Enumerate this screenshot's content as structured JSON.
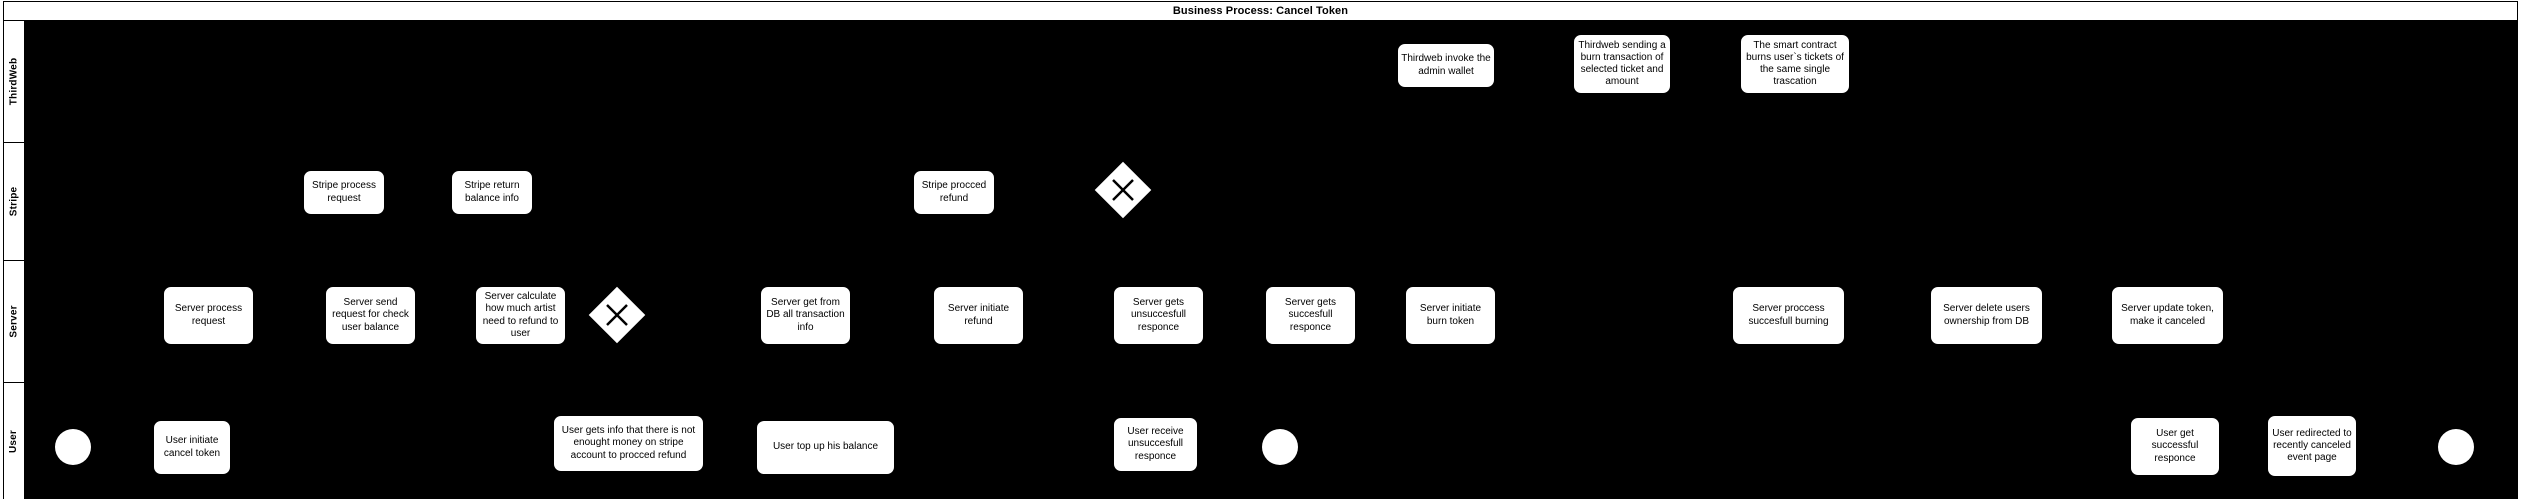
{
  "pool": {
    "title": "Business Process: Cancel Token"
  },
  "lanes": [
    {
      "id": "thirdweb",
      "label": "ThirdWeb"
    },
    {
      "id": "stripe",
      "label": "Stripe"
    },
    {
      "id": "server",
      "label": "Server"
    },
    {
      "id": "user",
      "label": "User"
    }
  ],
  "thirdweb": {
    "tasks": [
      {
        "label": "Thirdweb invoke the admin wallet"
      },
      {
        "label": "Thirdweb sending a burn transaction of selected ticket and amount"
      },
      {
        "label": "The smart contract burns user`s tickets of the same single trascation"
      }
    ]
  },
  "stripe": {
    "tasks": [
      {
        "label": "Stripe process request"
      },
      {
        "label": "Stripe return balance info"
      },
      {
        "label": "Stripe procced refund"
      }
    ],
    "gateways": [
      {
        "type": "exclusive-gateway"
      }
    ]
  },
  "server": {
    "tasks": [
      {
        "label": "Server process request"
      },
      {
        "label": "Server send request for check user balance"
      },
      {
        "label": "Server calculate how much artist need to refund to user"
      },
      {
        "label": "Server get from DB all transaction info"
      },
      {
        "label": "Server initiate refund"
      },
      {
        "label": "Server gets unsuccesfull responce"
      },
      {
        "label": "Server gets succesfull responce"
      },
      {
        "label": "Server initiate burn token"
      },
      {
        "label": "Server proccess succesfull burning"
      },
      {
        "label": "Server delete users ownership from DB"
      },
      {
        "label": "Server update token, make it canceled"
      }
    ],
    "gateways": [
      {
        "type": "exclusive-gateway"
      }
    ]
  },
  "user": {
    "tasks": [
      {
        "label": "User initiate cancel token"
      },
      {
        "label": "User gets info that there is not enought money on stripe account to procced refund"
      },
      {
        "label": "User top up his balance"
      },
      {
        "label": "User receive unsuccesfull responce"
      },
      {
        "label": "User get successful responce"
      },
      {
        "label": "User redirected to recently canceled event page"
      }
    ],
    "events": [
      {
        "type": "start-event"
      },
      {
        "type": "end-event"
      },
      {
        "type": "end-event"
      }
    ]
  },
  "colors": {
    "lane_background": "#000000",
    "shape_fill": "#ffffff",
    "stroke": "#000000",
    "text": "#000000"
  }
}
